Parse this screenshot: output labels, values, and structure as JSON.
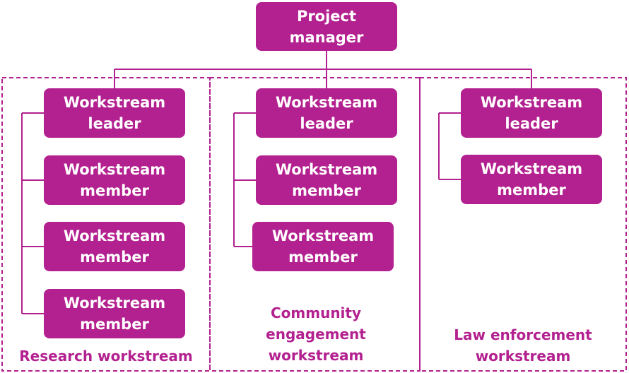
{
  "colors": {
    "accent": "#b3208f",
    "line": "#b3208f",
    "text_on_box": "#ffffff"
  },
  "root": {
    "line1": "Project",
    "line2": "manager"
  },
  "role": {
    "leader_line1": "Workstream",
    "leader_line2": "leader",
    "member_line1": "Workstream",
    "member_line2": "member"
  },
  "workstreams": [
    {
      "label_line1": "Research workstream",
      "member_count": 3
    },
    {
      "label_line1": "Community",
      "label_line2": "engagement",
      "label_line3": "workstream",
      "member_count": 2
    },
    {
      "label_line1": "Law enforcement",
      "label_line2": "workstream",
      "member_count": 1
    }
  ]
}
